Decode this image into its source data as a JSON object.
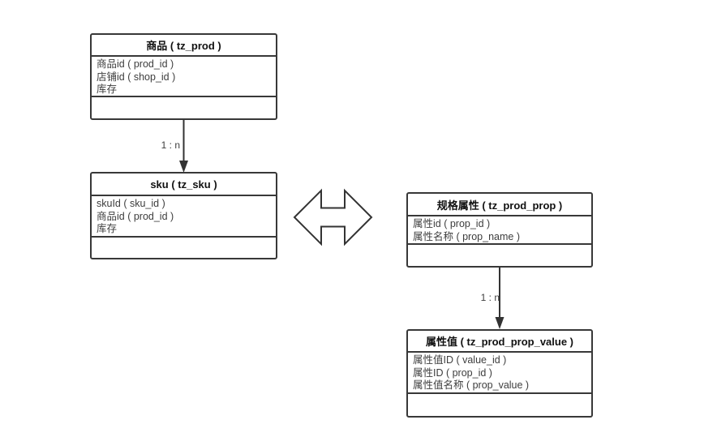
{
  "diagram": {
    "entities": [
      {
        "key": "prod",
        "title": "商品 ( tz_prod )",
        "rows": [
          "商品id ( prod_id )",
          "店铺id ( shop_id )",
          "库存"
        ]
      },
      {
        "key": "sku",
        "title": "sku ( tz_sku )",
        "rows": [
          "skuId ( sku_id )",
          "商品id ( prod_id )",
          "库存"
        ]
      },
      {
        "key": "prod_prop",
        "title": "规格属性 ( tz_prod_prop )",
        "rows": [
          "属性id ( prop_id )",
          "属性名称 ( prop_name )"
        ]
      },
      {
        "key": "prod_prop_value",
        "title": "属性值 ( tz_prod_prop_value )",
        "rows": [
          "属性值ID ( value_id )",
          "属性ID ( prop_id )",
          "属性值名称 ( prop_value )"
        ]
      }
    ],
    "connectors": [
      {
        "from": "prod",
        "to": "sku",
        "label": "1 : n"
      },
      {
        "from": "prod_prop",
        "to": "prod_prop_value",
        "label": "1 : n"
      }
    ],
    "relation_symbol": "double-headed-arrow",
    "colors": {
      "line": "#333333",
      "border": "#383838",
      "title_text": "#111111",
      "row_text": "#3d3d3d",
      "background": "#ffffff"
    }
  }
}
